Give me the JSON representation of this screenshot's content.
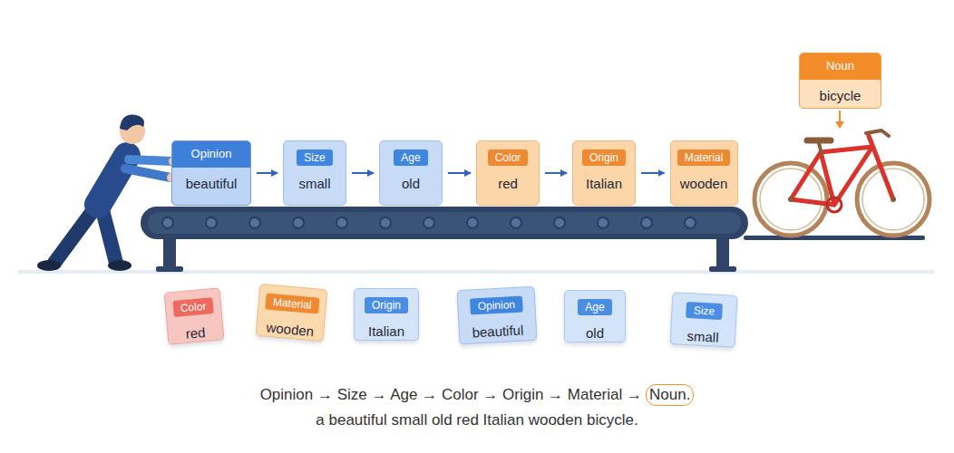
{
  "diagram": {
    "caption": "a beautiful small old red Italian wooden bicycle.",
    "nodes": [
      {
        "text": [
          "Opinion",
          "beautiful"
        ]
      },
      {
        "text": [
          "Size",
          "small"
        ]
      },
      {
        "text": [
          "Age",
          "old"
        ]
      },
      {
        "text": [
          "Color",
          "red"
        ]
      },
      {
        "text": [
          "Origin",
          "Italian"
        ]
      },
      {
        "text": [
          "Material",
          "wooden"
        ]
      },
      {
        "text": [
          "Noun",
          "bicycle"
        ]
      },
      {
        "text": [
          "Color",
          "red"
        ]
      },
      {
        "text": [
          "Material",
          "wooden"
        ]
      },
      {
        "text": [
          "Origin",
          "Italian"
        ]
      },
      {
        "text": [
          "Opinion",
          "beautiful"
        ]
      },
      {
        "text": [
          "Age",
          "old"
        ]
      },
      {
        "text": [
          "Size",
          "small"
        ]
      },
      {
        "text": [
          "Noun."
        ]
      }
    ],
    "edges": [
      {
        "from": 0,
        "to": 1,
        "arrow": "to"
      },
      {
        "from": 1,
        "to": 2,
        "arrow": "to"
      },
      {
        "from": 2,
        "to": 3,
        "arrow": "to"
      },
      {
        "from": 3,
        "to": 4,
        "arrow": "to"
      },
      {
        "from": 4,
        "to": 5,
        "arrow": "to"
      }
    ],
    "labels": [
      "Opinion → Size → Age → Color → Origin → Material →"
    ]
  }
}
